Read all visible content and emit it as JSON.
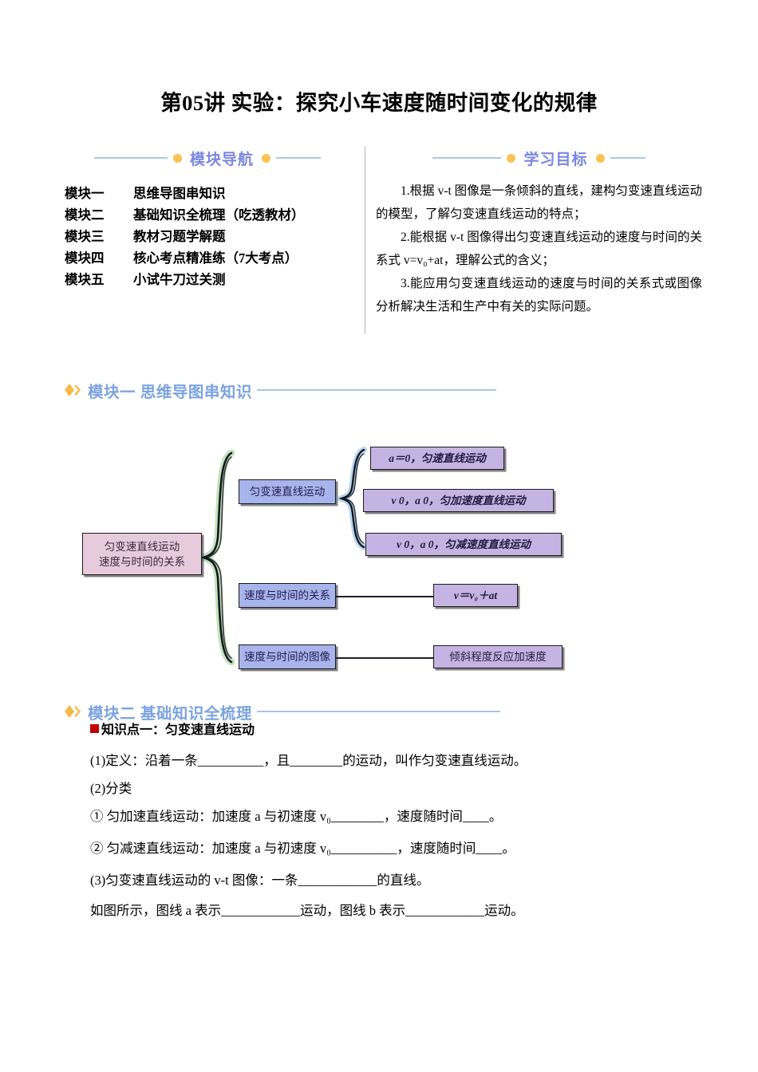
{
  "title": "第05讲 实验：探究小车速度随时间变化的规律",
  "nav_panel": {
    "banner_title": "模块导航",
    "items": [
      {
        "key": "模块一",
        "label": "思维导图串知识"
      },
      {
        "key": "模块二",
        "label": "基础知识全梳理（吃透教材）"
      },
      {
        "key": "模块三",
        "label": "教材习题学解题"
      },
      {
        "key": "模块四",
        "label": "核心考点精准练（7大考点）"
      },
      {
        "key": "模块五",
        "label": "小试牛刀过关测"
      }
    ]
  },
  "objectives_panel": {
    "banner_title": "学习目标",
    "items": [
      "1.根据 v-t 图像是一条倾斜的直线，建构匀变速直线运动的模型，了解匀变速直线运动的特点；",
      "2.能根据 v-t 图像得出匀变速直线运动的速度与时间的关系式 v=v₀+at，理解公式的含义；",
      "3.能应用匀变速直线运动的速度与时间的关系式或图像分析解决生活和生产中有关的实际问题。"
    ]
  },
  "section_one": {
    "heading": "模块一 思维导图串知识",
    "icon": "double-diamond-icon",
    "mindmap": {
      "root": "匀变速直线运动\n速度与时间的关系",
      "root_line1": "匀变速直线运动",
      "root_line2": "速度与时间的关系",
      "branches": [
        {
          "label": "匀变速直线运动"
        },
        {
          "label": "速度与时间的关系"
        },
        {
          "label": "速度与时间的图像"
        }
      ],
      "leaves": [
        {
          "label": "a＝0，匀速直线运动"
        },
        {
          "label": "v  0，a  0，匀加速度直线运动"
        },
        {
          "label": "v  0，a  0，匀减速度直线运动"
        },
        {
          "label": "v＝v₀＋at"
        },
        {
          "label": "倾斜程度反应加速度"
        }
      ]
    }
  },
  "section_two": {
    "heading": "模块二 基础知识全梳理",
    "icon": "double-diamond-icon",
    "knowledge_point": "知识点一：匀变速直线运动",
    "lines": [
      "(1)定义：沿着一条__________，且________的运动，叫作匀变速直线运动。",
      "(2)分类",
      "① 匀加速直线运动：加速度 a 与初速度 v₀________，速度随时间____。",
      "② 匀减速直线运动：加速度 a 与初速度 v₀__________，速度随时间____。",
      "(3)匀变速直线运动的 v-t 图像：一条____________的直线。",
      "如图所示，图线 a 表示____________运动，图线 b 表示____________运动。"
    ]
  },
  "colors": {
    "banner_title": "#7b87e0",
    "banner_dot": "#f9c253",
    "banner_rule": "#aec6ec",
    "section_title": "#7ba3e0",
    "section_rule": "#a9c5ea",
    "diamond_icon": "#f5b945",
    "kp_square": "#c00000",
    "node_pink": "#e7cbdc",
    "node_blue": "#a8b4ec",
    "node_purple": "#c5b4e3",
    "brace_green": "#c3e4bc",
    "brace_blue": "#b7d8ef"
  }
}
